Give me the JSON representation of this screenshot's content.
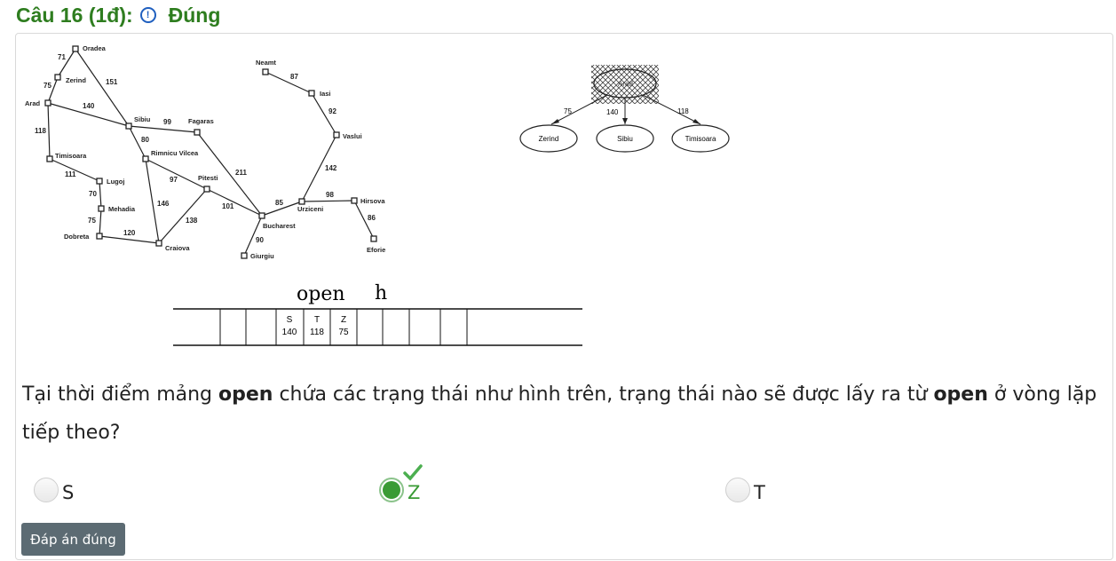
{
  "question": {
    "title": "Câu 16 (1đ):",
    "status": "Đúng",
    "status_icon": "exclamation-circle-icon",
    "text_1": "Tại thời điểm mảng ",
    "text_bold_1": "open",
    "text_2": " chứa các trạng thái như hình trên, trạng thái nào sẽ được lấy ra từ ",
    "text_bold_2": "open",
    "text_3": " ở vòng lặp tiếp theo?"
  },
  "colors": {
    "correct_green": "#2e7d1f",
    "selected_radio": "#3a9b35",
    "button_bg": "#5c6b73"
  },
  "map": {
    "cities": [
      "Oradea",
      "Zerind",
      "Arad",
      "Sibiu",
      "Fagaras",
      "Timisoara",
      "Rimnicu Vilcea",
      "Lugoj",
      "Pitesti",
      "Mehadia",
      "Dobreta",
      "Craiova",
      "Bucharest",
      "Giurgiu",
      "Neamt",
      "Iasi",
      "Vaslui",
      "Urziceni",
      "Hirsova",
      "Eforie"
    ],
    "distances": [
      "71",
      "75",
      "151",
      "140",
      "118",
      "99",
      "80",
      "111",
      "97",
      "70",
      "211",
      "146",
      "101",
      "75",
      "138",
      "120",
      "90",
      "85",
      "98",
      "86",
      "142",
      "92",
      "87"
    ]
  },
  "tree": {
    "root": "Arad",
    "children": [
      "Zerind",
      "Sibiu",
      "Timisoara"
    ],
    "edge_costs": [
      "75",
      "140",
      "118"
    ]
  },
  "open_array": {
    "label_open": "open",
    "label_h": "h",
    "cells": [
      {
        "state": "S",
        "h": "140"
      },
      {
        "state": "T",
        "h": "118"
      },
      {
        "state": "Z",
        "h": "75"
      }
    ]
  },
  "options": [
    {
      "label": "S",
      "selected": false
    },
    {
      "label": "Z",
      "selected": true
    },
    {
      "label": "T",
      "selected": false
    }
  ],
  "correct_icon": "checkmark-icon",
  "button_label": "Đáp án đúng"
}
